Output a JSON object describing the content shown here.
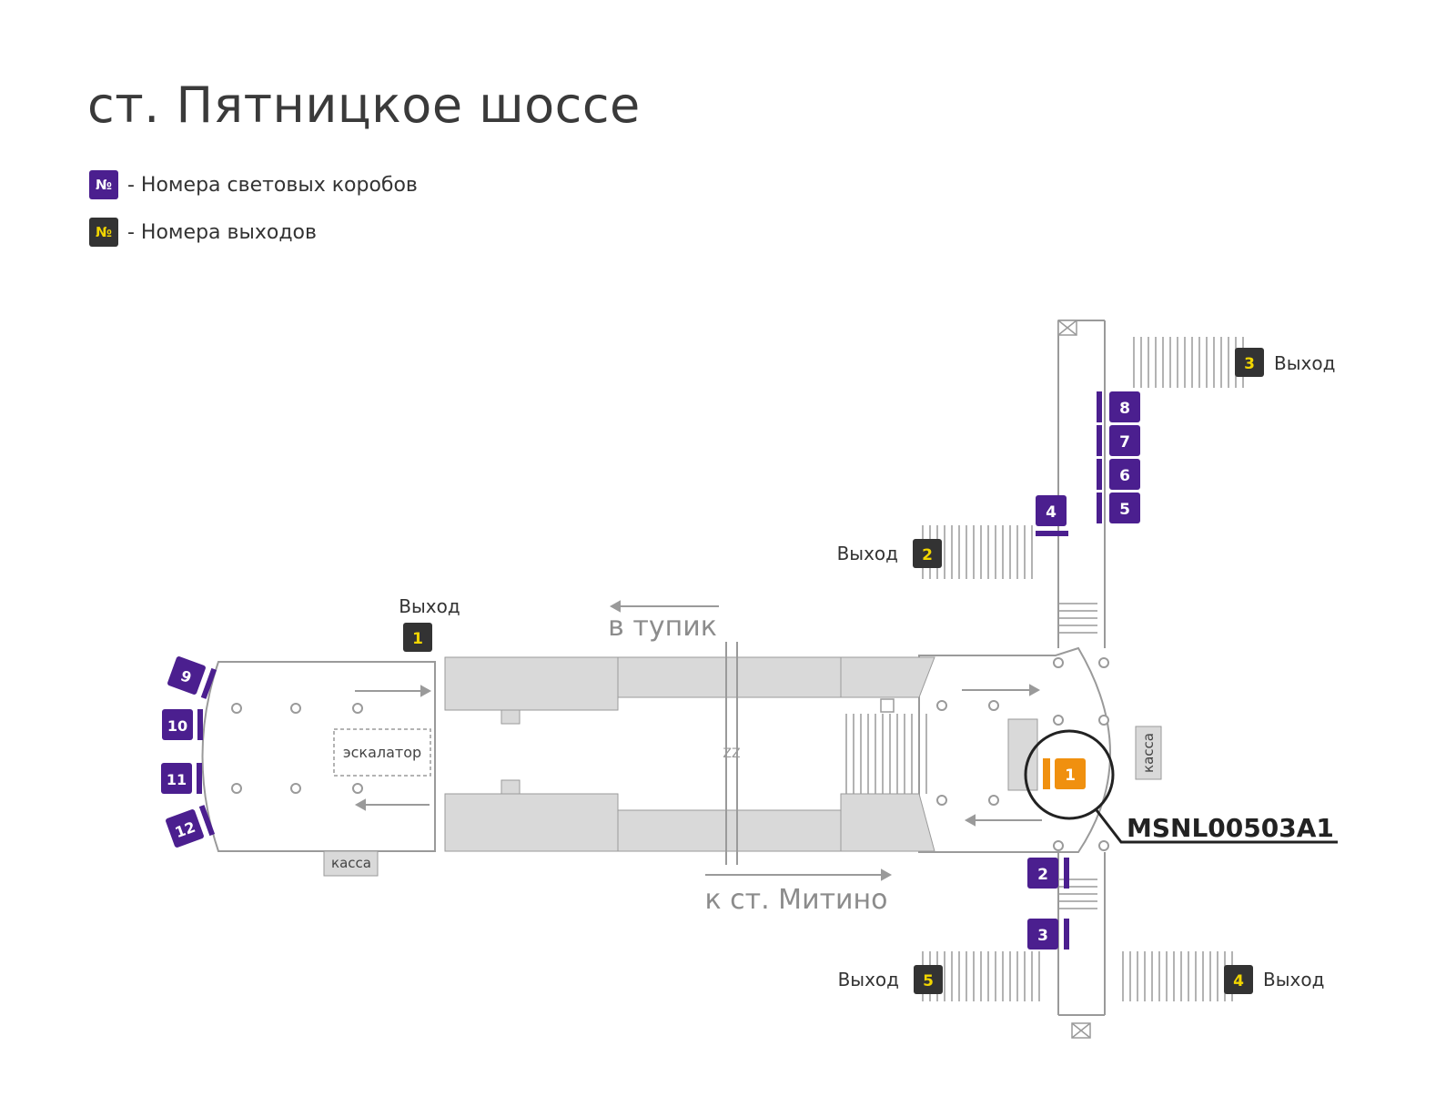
{
  "title": "ст. Пятницкое шоссе",
  "legend": [
    {
      "badge": "№",
      "text": "- Номера световых коробов",
      "color": "#4b1f8f",
      "text_color": "#ffffff"
    },
    {
      "badge": "№",
      "text": "- Номера выходов",
      "color": "#333333",
      "text_color": "#f2d600"
    }
  ],
  "map": {
    "direction_left": "в тупик",
    "direction_right": "к ст. Митино",
    "escalator_label": "эскалатор",
    "cashier_label": "касса",
    "break_mark": "ZZ",
    "featured_code": "MSNL00503A1",
    "featured_box_number": "1",
    "featured_color": "#f0900f",
    "exit_label": "Выход",
    "exits": [
      "1",
      "2",
      "3",
      "4",
      "5"
    ],
    "lightboxes": [
      "2",
      "3",
      "4",
      "5",
      "6",
      "7",
      "8",
      "9",
      "10",
      "11",
      "12"
    ],
    "colors": {
      "lightbox": "#4b1f8f",
      "exit_bg": "#333333",
      "exit_text": "#f2d600",
      "structure": "#d9d9d9",
      "outline": "#9a9a9a"
    }
  }
}
